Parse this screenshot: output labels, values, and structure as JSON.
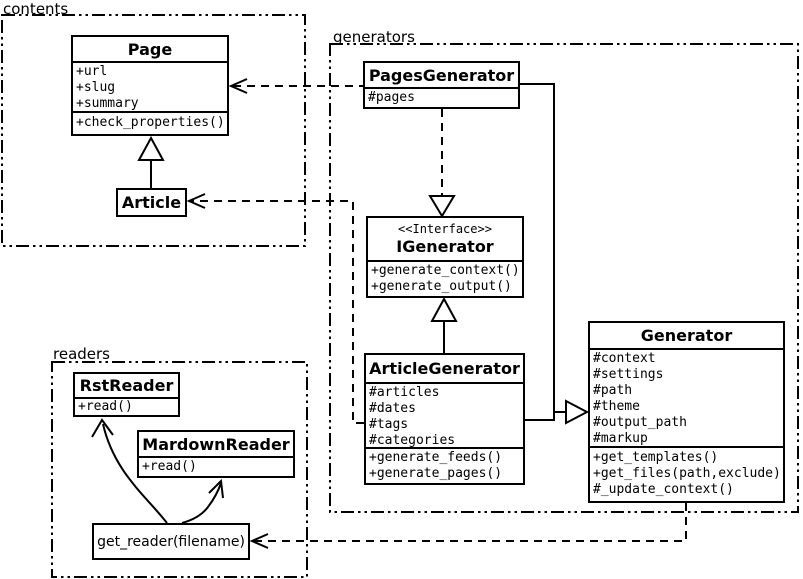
{
  "packages": {
    "contents": "contents",
    "generators": "generators",
    "readers": "readers"
  },
  "classes": {
    "page": {
      "title": "Page",
      "attrs": [
        "+url",
        "+slug",
        "+summary"
      ],
      "methods": [
        "+check_properties()"
      ]
    },
    "article": {
      "title": "Article"
    },
    "pages_generator": {
      "title": "PagesGenerator",
      "attrs": [
        "#pages"
      ]
    },
    "igenerator": {
      "stereotype": "<<Interface>>",
      "title": "IGenerator",
      "methods": [
        "+generate_context()",
        "+generate_output()"
      ]
    },
    "article_generator": {
      "title": "ArticleGenerator",
      "attrs": [
        "#articles",
        "#dates",
        "#tags",
        "#categories"
      ],
      "methods": [
        "+generate_feeds()",
        "+generate_pages()"
      ]
    },
    "generator": {
      "title": "Generator",
      "attrs": [
        "#context",
        "#settings",
        "#path",
        "#theme",
        "#output_path",
        "#markup"
      ],
      "methods": [
        "+get_templates()",
        "+get_files(path,exclude)",
        "#_update_context()"
      ]
    },
    "rst_reader": {
      "title": "RstReader",
      "methods": [
        "+read()"
      ]
    },
    "markdown_reader": {
      "title": "MardownReader",
      "methods": [
        "+read()"
      ]
    },
    "get_reader": {
      "label": "get_reader(filename)"
    }
  },
  "relations": [
    {
      "from": "Article",
      "to": "Page",
      "type": "inheritance"
    },
    {
      "from": "PagesGenerator",
      "to": "Page",
      "type": "dependency"
    },
    {
      "from": "ArticleGenerator",
      "to": "Article",
      "type": "dependency"
    },
    {
      "from": "PagesGenerator",
      "to": "IGenerator",
      "type": "realization"
    },
    {
      "from": "ArticleGenerator",
      "to": "IGenerator",
      "type": "inheritance"
    },
    {
      "from": "PagesGenerator",
      "to": "Generator",
      "type": "inheritance"
    },
    {
      "from": "ArticleGenerator",
      "to": "Generator",
      "type": "inheritance"
    },
    {
      "from": "Generator",
      "to": "get_reader(filename)",
      "type": "dependency"
    },
    {
      "from": "get_reader(filename)",
      "to": "RstReader",
      "type": "dependency"
    },
    {
      "from": "get_reader(filename)",
      "to": "MardownReader",
      "type": "dependency"
    }
  ],
  "colors": {
    "line": "#000000",
    "background": "#ffffff"
  }
}
